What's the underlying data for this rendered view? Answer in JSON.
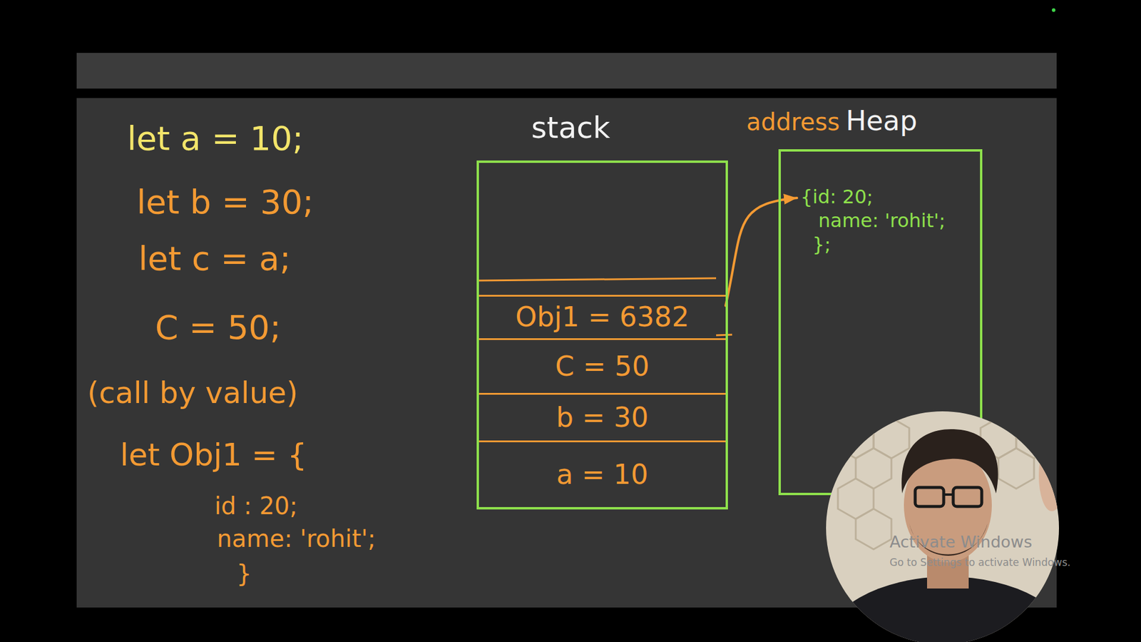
{
  "diagram": {
    "nodes": [
      {
        "text": [
          "stack"
        ]
      },
      {
        "text": [
          "Obj1 = 6382"
        ],
        "in": 0
      },
      {
        "text": [
          "C = 50"
        ],
        "in": 0
      },
      {
        "text": [
          "b = 30"
        ],
        "in": 0
      },
      {
        "text": [
          "a = 10"
        ],
        "in": 0
      },
      {
        "text": [
          "address",
          "Heap"
        ]
      },
      {
        "text": [
          "{id: 20;",
          "name: 'rohit';",
          "};"
        ],
        "in": 5
      }
    ],
    "edges": [
      {
        "from": 1,
        "to": 6,
        "arrow": "to"
      }
    ],
    "labels": [
      "let a = 10;",
      "let b = 30;",
      "let c = a;",
      "C = 50;",
      "(call by value)",
      "let Obj1 = {",
      "id : 20;",
      "name: 'rohit';",
      "}",
      "Activate Windows",
      "Go to Settings to activate Windows."
    ]
  }
}
